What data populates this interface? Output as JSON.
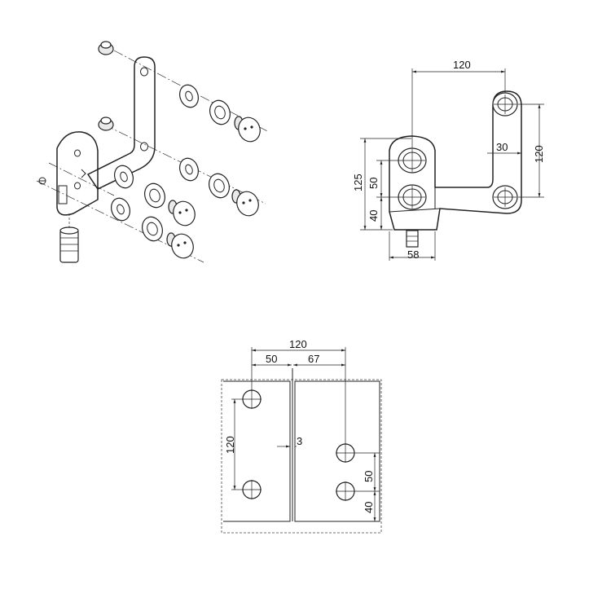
{
  "top_view": {
    "dim_width": "120",
    "dim_height": "120",
    "dim_offset": "30",
    "dim_total": "125",
    "dim_mid": "50",
    "dim_base": "40",
    "dim_foot": "58"
  },
  "plate_view": {
    "dim_total": "120",
    "dim_left": "50",
    "dim_right": "67",
    "dim_gap": "3",
    "dim_left_height": "120",
    "dim_right_mid": "50",
    "dim_right_base": "40"
  }
}
